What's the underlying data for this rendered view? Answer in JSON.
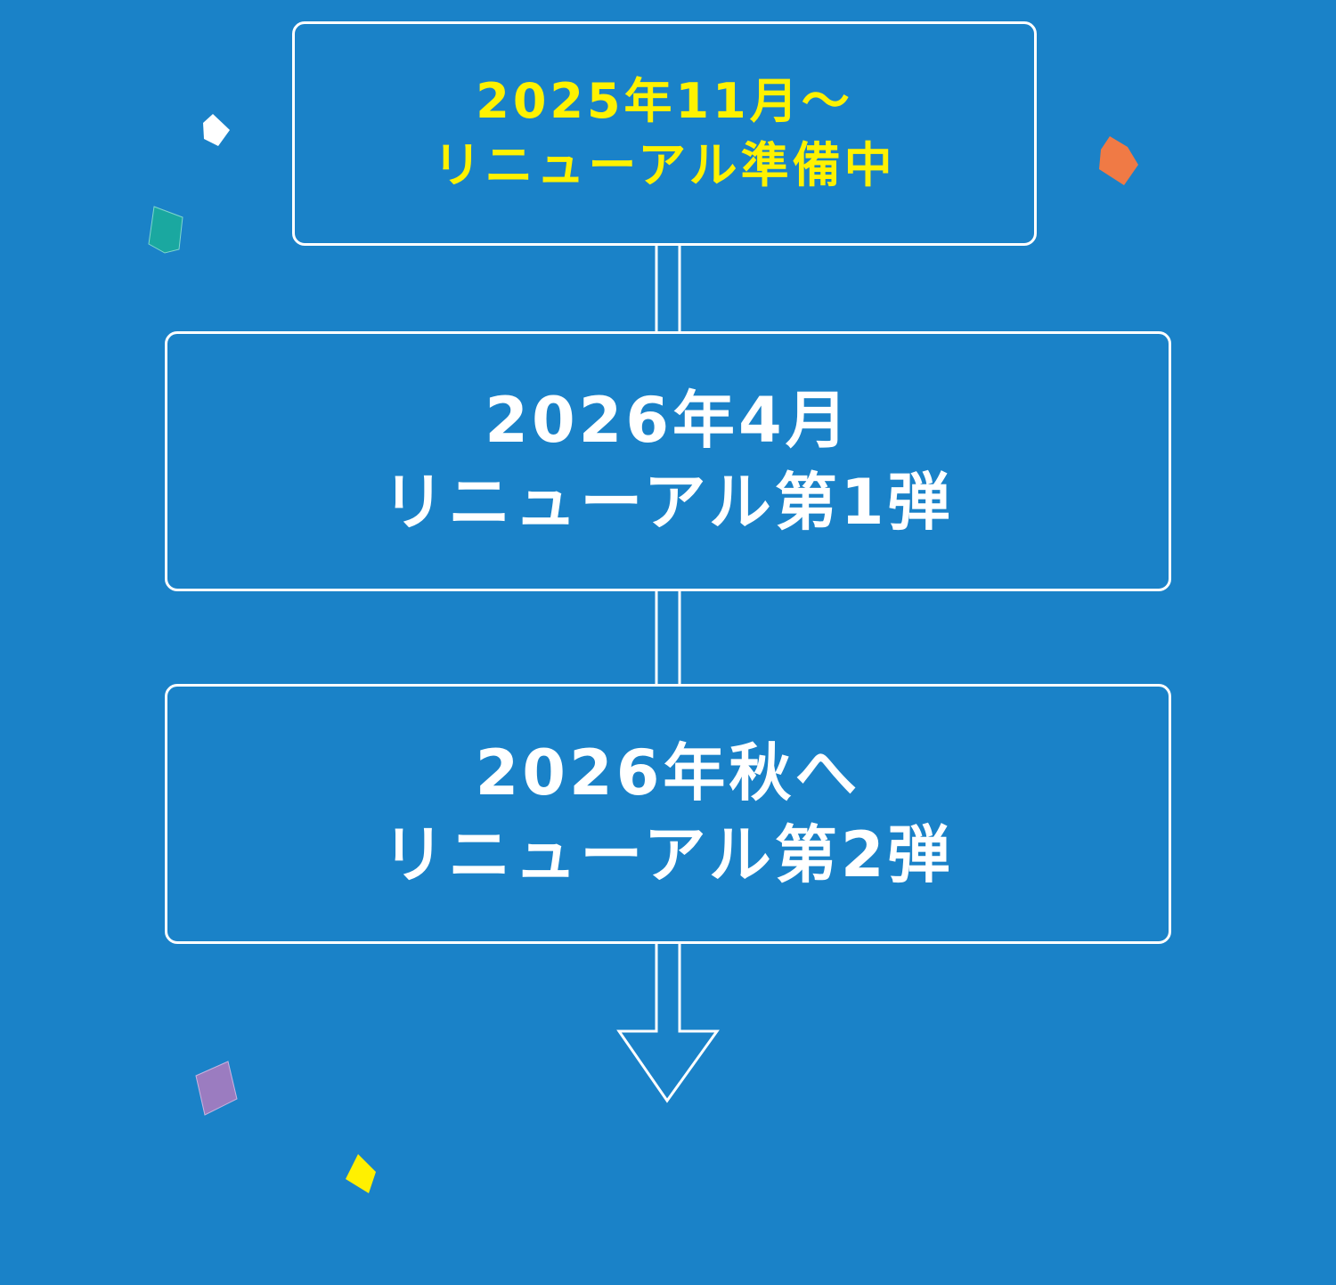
{
  "background_color": "#1a82c8",
  "flow": {
    "steps": [
      {
        "line1": "2025年11月～",
        "line2": "リニューアル準備中",
        "text_color": "#fff200"
      },
      {
        "line1": "2026年4月",
        "line2": "リニューアル第1弾",
        "text_color": "#ffffff"
      },
      {
        "line1": "2026年秋へ",
        "line2": "リニューアル第2弾",
        "text_color": "#ffffff"
      }
    ],
    "connector_color": "#ffffff",
    "end_marker": "down-arrow-outline"
  },
  "decorations": {
    "confetti": [
      {
        "name": "white",
        "color": "#ffffff"
      },
      {
        "name": "teal",
        "color": "#1aa8a0"
      },
      {
        "name": "orange",
        "color": "#f07a45"
      },
      {
        "name": "purple",
        "color": "#9b7cc0"
      },
      {
        "name": "yellow",
        "color": "#fff000"
      }
    ]
  }
}
